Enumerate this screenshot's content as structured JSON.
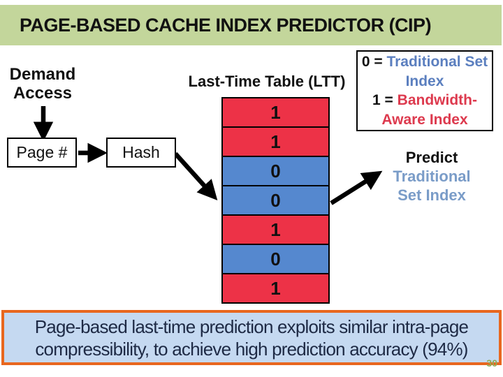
{
  "title": "PAGE-BASED CACHE INDEX PREDICTOR (CIP)",
  "page_number": "30",
  "diagram": {
    "demand_access": "Demand Access",
    "page_box": "Page #",
    "hash_box": "Hash",
    "ltt_title": "Last-Time Table (LTT)",
    "ltt_cells": [
      "1",
      "1",
      "0",
      "0",
      "1",
      "0",
      "1"
    ],
    "legend": {
      "entries": [
        {
          "prefix": "0 = ",
          "label": "Traditional Set Index"
        },
        {
          "prefix": "1 = ",
          "label": "Bandwidth-Aware Index"
        }
      ]
    },
    "predict": {
      "heading": "Predict",
      "value": "Traditional Set Index"
    }
  },
  "callout": {
    "line1": "Page-based last-time prediction exploits similar intra-page",
    "line2": "compressibility, to achieve high prediction accuracy (94%)"
  },
  "colors": {
    "title_bg": "#C3D69B",
    "cell": {
      "1": "#ED3247",
      "0": "#5588CF"
    },
    "legend_traditional": "#5B7FBF",
    "legend_bandwidth": "#DD3A4E",
    "predict_value": "#7A9CC8",
    "callout_bg": "#C5D9F1",
    "callout_border": "#E8671F",
    "callout_text": "#1E2A45",
    "page_number": "#8FAD56"
  }
}
